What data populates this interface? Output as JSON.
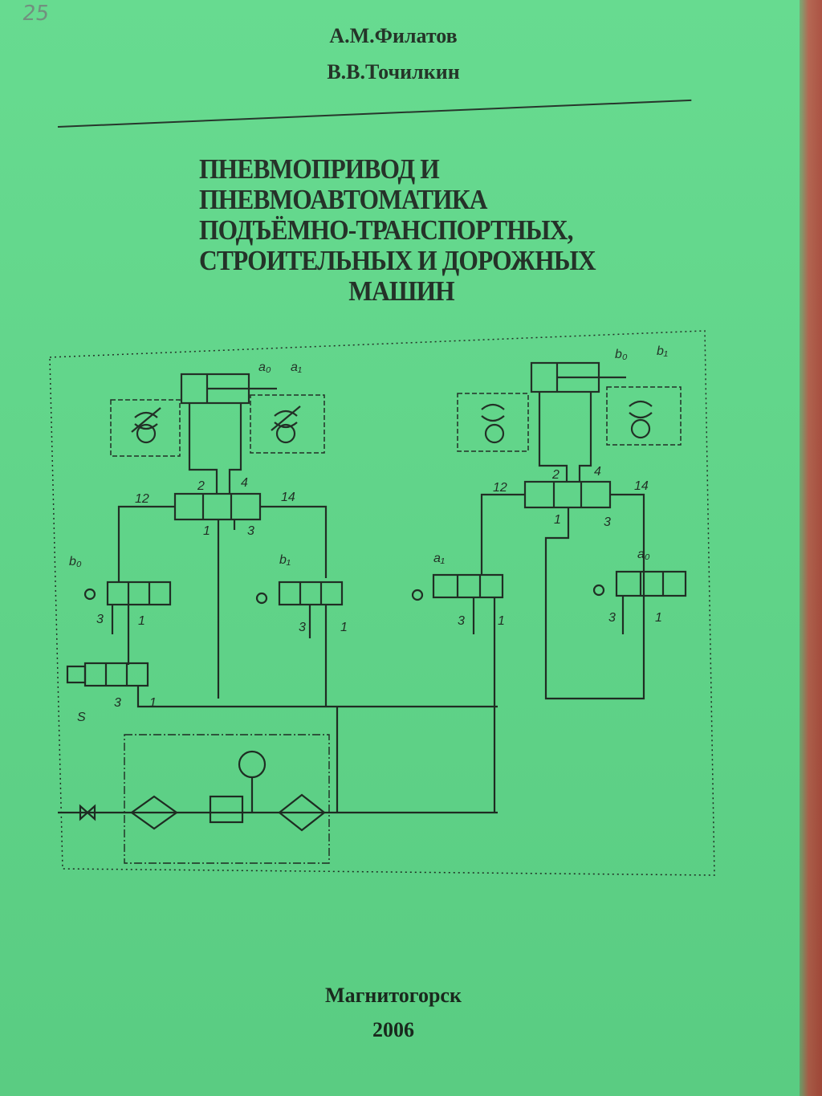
{
  "pencil_mark": "25",
  "authors": [
    "А.М.Филатов",
    "В.В.Точилкин"
  ],
  "title_lines": [
    "ПНЕВМОПРИВОД И",
    "ПНЕВМОАВТОМАТИКА",
    "ПОДЪЁМНО-ТРАНСПОРТНЫХ,",
    "СТРОИТЕЛЬНЫХ И ДОРОЖНЫХ",
    "МАШИН"
  ],
  "diagram_labels": {
    "a0": "a₀",
    "a1": "a₁",
    "b0": "b₀",
    "b1": "b₁",
    "p12": "12",
    "p14": "14",
    "p2": "2",
    "p4": "4",
    "p1": "1",
    "p3": "3",
    "s": "S"
  },
  "city": "Магнитогорск",
  "year": "2006",
  "colors": {
    "cover": "#5fd98a",
    "ink": "#1c2a20"
  }
}
